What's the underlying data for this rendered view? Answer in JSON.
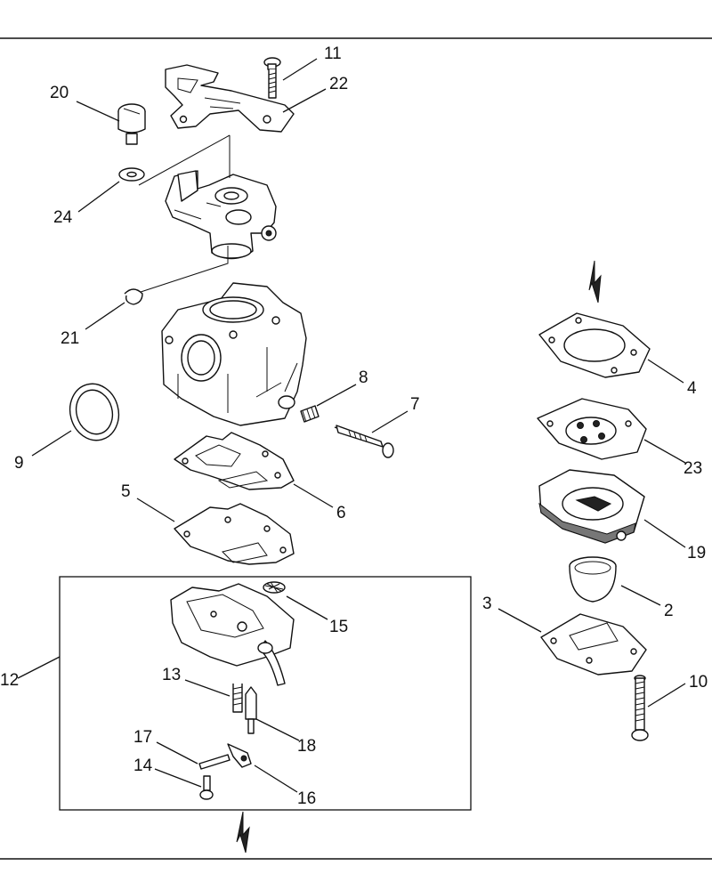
{
  "callouts": [
    {
      "id": "c11",
      "label": "11"
    },
    {
      "id": "c22",
      "label": "22"
    },
    {
      "id": "c20",
      "label": "20"
    },
    {
      "id": "c24",
      "label": "24"
    },
    {
      "id": "c21",
      "label": "21"
    },
    {
      "id": "c8",
      "label": "8"
    },
    {
      "id": "c7",
      "label": "7"
    },
    {
      "id": "c9",
      "label": "9"
    },
    {
      "id": "c5",
      "label": "5"
    },
    {
      "id": "c6",
      "label": "6"
    },
    {
      "id": "c4",
      "label": "4"
    },
    {
      "id": "c23",
      "label": "23"
    },
    {
      "id": "c19",
      "label": "19"
    },
    {
      "id": "c2",
      "label": "2"
    },
    {
      "id": "c3",
      "label": "3"
    },
    {
      "id": "c10",
      "label": "10"
    },
    {
      "id": "c12",
      "label": "12"
    },
    {
      "id": "c15",
      "label": "15"
    },
    {
      "id": "c13",
      "label": "13"
    },
    {
      "id": "c18",
      "label": "18"
    },
    {
      "id": "c17",
      "label": "17"
    },
    {
      "id": "c14",
      "label": "14"
    },
    {
      "id": "c16",
      "label": "16"
    }
  ]
}
